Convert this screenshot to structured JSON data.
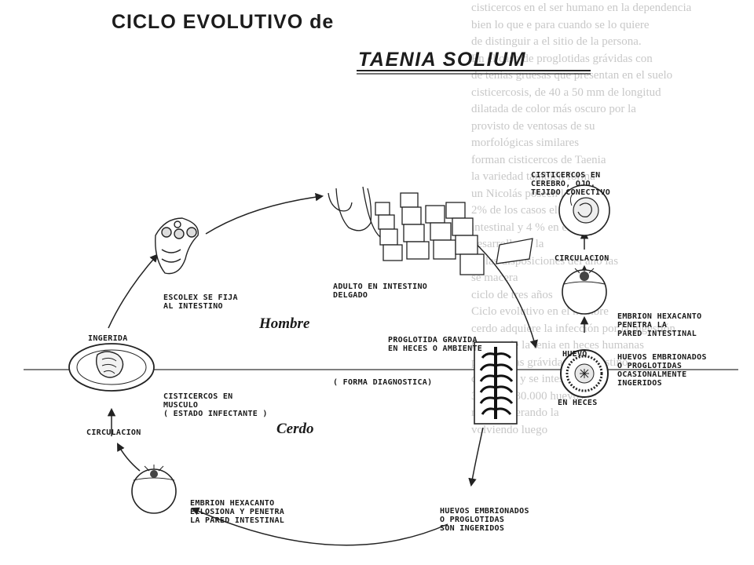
{
  "title": "CICLO EVOLUTIVO de",
  "subtitle": "TAENIA SOLIUM",
  "hosts": {
    "man": "Hombre",
    "pig": "Cerdo"
  },
  "stages": {
    "escolex": [
      "ESCOLEX SE FIJA",
      "AL INTESTINO"
    ],
    "adulto": [
      "ADULTO EN INTESTINO",
      "DELGADO"
    ],
    "proglotida": [
      "PROGLOTIDA GRAVIDA",
      "EN HECES O AMBIENTE"
    ],
    "diagnostica": "( FORMA DIAGNOSTICA)",
    "ingerida": "INGERIDA",
    "cisticercos_musculo": [
      "CISTICERCOS EN",
      "MUSCULO",
      "( ESTADO INFECTANTE )"
    ],
    "circulacion_left": "CIRCULACION",
    "embrion_eclosiona": [
      "EMBRION HEXACANTO",
      "ECLOSIONA Y PENETRA",
      "LA PARED INTESTINAL"
    ],
    "huevos_cerdo": [
      "HUEVOS EMBRIONADOS",
      "O PROGLOTIDAS",
      "SON INGERIDOS"
    ],
    "huevo": "HUEVO",
    "en_heces": "EN HECES",
    "huevos_hombre": [
      "HUEVOS EMBRIONADOS",
      "O PROGLOTIDAS",
      "OCASIONALMENTE",
      "INGERIDOS"
    ],
    "embrion_penetra": [
      "EMBRION HEXACANTO",
      "PENETRA LA",
      "PARED INTESTINAL"
    ],
    "circulacion_right": "CIRCULACION",
    "cisticercos_cerebro": [
      "CISTICERCOS EN",
      "CEREBRO, OJO,",
      "TEJIDO CONECTIVO"
    ]
  },
  "background_text": [
    "cisticercos en el ser humano en la dependencia",
    "bien lo que e para cuando se lo quiere",
    "de distinguir a el sitio de la persona.",
    "En el caso de proglotidas grávidas con",
    "de tenias gruesas que presentan en el suelo",
    "cisticercosis, de 40 a 50 mm de longitud",
    "dilatada de color más oscuro por la",
    "provisto de ventosas de su",
    "morfológicas similares",
    "forman cisticercos de Taenia",
    "la variedad también forma",
    "un Nicolás poseen los",
    "2% de los casos el",
    "intestinal y 4 % en el",
    "desarrollo en la",
    "de las disposiciones del año las",
    "se macera",
    "ciclo de tres años",
    "Ciclo evolutivo en el hombre",
    "cerdo adquiere la infección por la ingestión",
    "huevos de la tenia en heces humanas",
    "proglotidas grávidas del intestino",
    "definitivo y se intestinal",
    "30.000 a 80.000 huevos",
    "radica liberando la",
    "volviendo luego"
  ]
}
